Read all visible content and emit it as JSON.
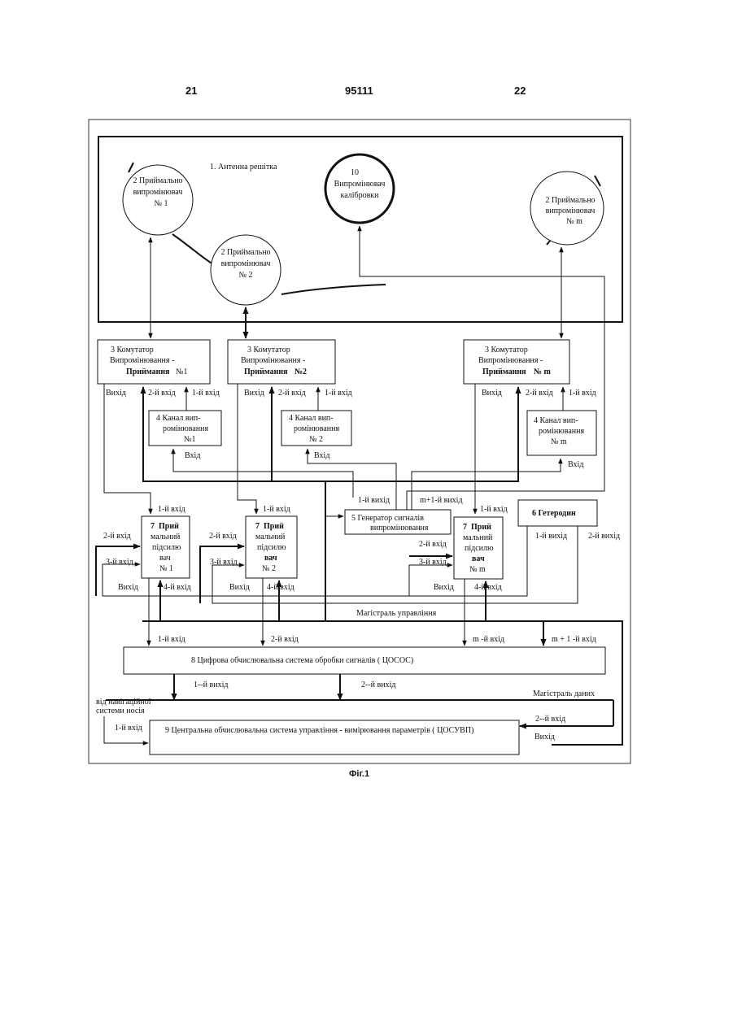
{
  "header": {
    "page_left": "21",
    "patent_number": "95111",
    "page_right": "22"
  },
  "caption": "Фіг.1",
  "antenna": {
    "title": "1. Антенна решітка",
    "elem1": [
      "2 Приймально",
      "випромінювач",
      "№ 1"
    ],
    "elem2": [
      "2 Приймально",
      "випромінювач",
      "№ 2"
    ],
    "elemm": [
      "2 Приймально",
      "випромінювач",
      "№ m"
    ],
    "calib": [
      "10",
      "Випромінювач",
      "калібровки"
    ]
  },
  "switches": {
    "s1": [
      "3  Комутатор",
      "Випромінювання -",
      "Приймання",
      "№1"
    ],
    "s2": [
      "3  Комутатор",
      "Випромінювання -",
      "Приймання",
      "№2"
    ],
    "sm": [
      "3  Комутатор",
      "Випромінювання -",
      "Приймання",
      "№ m"
    ]
  },
  "channels": {
    "c1": [
      "4  Канал  вип-",
      "ромінювання",
      "№1"
    ],
    "c2": [
      "4  Канал  вип-",
      "ромінювання",
      "№ 2"
    ],
    "cm": [
      "4  Канал  вип-",
      "ромінювання",
      "№ m"
    ]
  },
  "amplifiers": {
    "a1": [
      "7",
      "Прий",
      "мальний",
      "підсилю",
      "вач",
      "№ 1"
    ],
    "a2": [
      "7",
      "Прий",
      "мальний",
      "підсилю",
      "вач",
      "№ 2"
    ],
    "am": [
      "7",
      "Прий",
      "мальний",
      "підсилю",
      "вач",
      "№ m"
    ]
  },
  "generator": [
    "5  Генератор сигналів",
    "випромінювання"
  ],
  "heterodyne": "6  Гетеродин",
  "dsp": "8  Цифрова обчислювальна система обробки сигналів ( ЦОСОС)",
  "central": "9  Центральна обчислювальна система управління -  вимірювання параметрів ( ЦОСУВП)",
  "labels": {
    "out": "Вихід",
    "in": "Вхід",
    "in1": "1-й вхід",
    "in2": "2-й вхід",
    "in3": "3-й вхід",
    "in4": "4-й вхід",
    "out1": "1-й вихід",
    "out2": "2-й вихід",
    "gen_out_m1": "m+1-й вихід",
    "dsp_in_m": "m -й вхід",
    "dsp_in_m1": "m + 1 -й вхід",
    "dsp_out1": "1--й вихід",
    "dsp_out2": "2--й вихід",
    "central_in2": "2--й вхід",
    "control_bus": "Магістраль управління",
    "data_bus": "Магістраль даних",
    "nav_source": [
      "від навігаційної",
      "системи носія"
    ]
  }
}
